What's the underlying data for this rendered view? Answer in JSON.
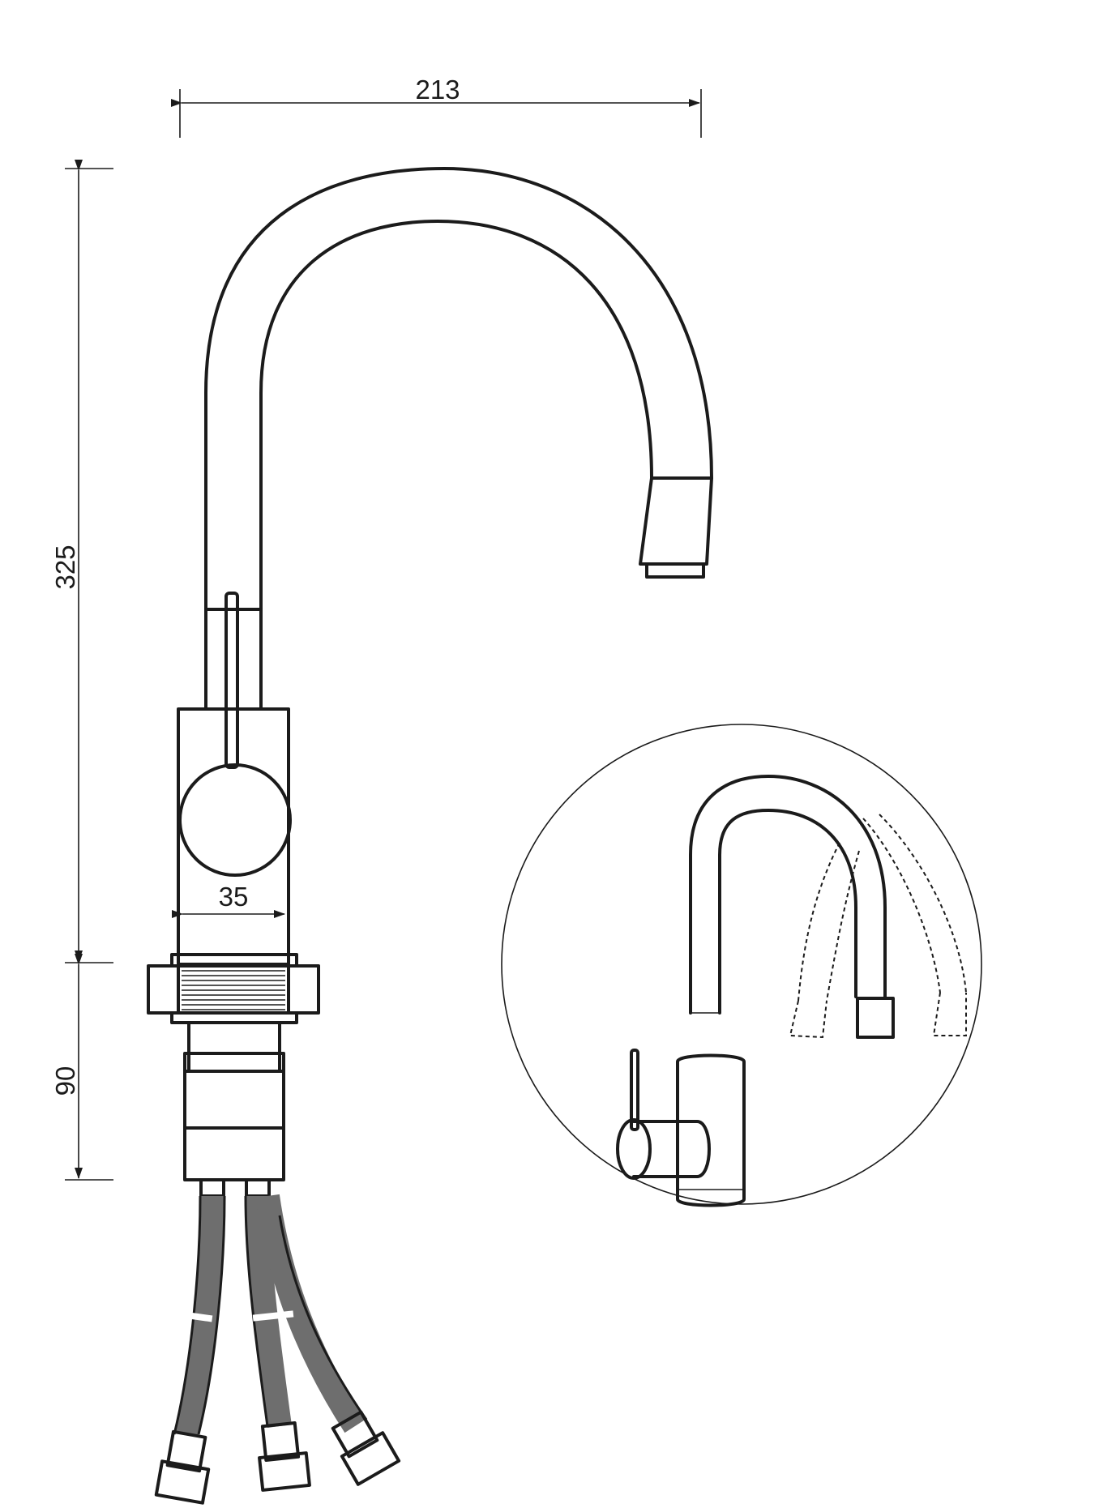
{
  "dimensions": {
    "width_total": "213",
    "height_total": "325",
    "base_width": "35",
    "below_counter": "90"
  },
  "colors": {
    "line": "#1b1b1b",
    "hose_braid": "#6e6e6e",
    "background": "#ffffff"
  }
}
